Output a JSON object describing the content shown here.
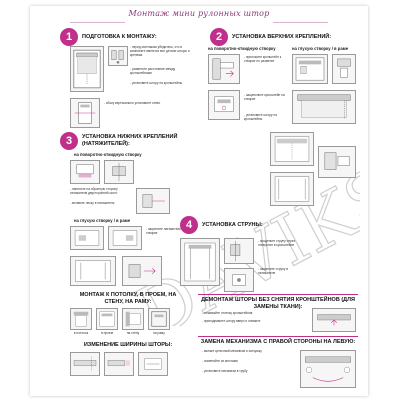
{
  "title": "Монтаж мини рулонных штор",
  "watermark": "DAVIKS",
  "step1": {
    "number": "1",
    "title": "ПОДГОТОВКА К МОНТАЖУ:",
    "notes": [
      "- перед монтажом убедитесь, что в комплекте имеются все детали шторы и крепежа",
      "- разметьте расстояние между кронштейнами",
      "- установите штору на кронштейны",
      "- сбоку вертикально установите отвес"
    ]
  },
  "step2": {
    "number": "2",
    "title": "УСТАНОВКА ВЕРХНИХ КРЕПЛЕНИЙ:",
    "sub_left": "на поворотно-откидную створку",
    "sub_right": "на глухую створку / в раме",
    "notes": [
      "- приложите кронштейн к створке по разметке",
      "- защелкните кронштейн на створке",
      "- установите штору на кронштейны"
    ]
  },
  "step3": {
    "number": "3",
    "title": "УСТАНОВКА НИЖНИХ КРЕПЛЕНИЙ (НАТЯЖИТЕЛЕЙ):",
    "sub_left": "на поворотно-откидную створку",
    "sub_right": "на глухую створку / в раме",
    "notes": [
      "- нанесите на обратную сторону натяжителя двусторонний скотч",
      "- вставьте леску в натяжитель",
      "- закрепите натяжитель на створке"
    ]
  },
  "step4": {
    "number": "4",
    "title": "УСТАНОВКА СТРУНЫ:",
    "notes": [
      "- проденьте струну через отверстие в кронштейне",
      "- закрепите струну в натяжителе"
    ]
  },
  "mount_title": "МОНТАЖ К ПОТОЛКУ, В ПРОЕМ, НА СТЕНУ, НА РАМУ:",
  "mount_captions": [
    "в потолок",
    "в проем",
    "на стену",
    "на раму"
  ],
  "width_title": "ИЗМЕНЕНИЕ ШИРИНЫ ШТОРЫ:",
  "dismount_title": "ДЕМОНТАЖ ШТОРЫ БЕЗ СНЯТИЯ КРОНШТЕЙНОВ (ДЛЯ ЗАМЕНЫ ТКАНИ):",
  "dismount_notes": [
    "- отжимайте отсечку кронштейнов",
    "- приподнимите штору вверх и снимите"
  ],
  "swap_title": "ЗАМЕНА МЕХАНИЗМА С ПРАВОЙ СТОРОНЫ НА ЛЕВУЮ:",
  "swap_notes": [
    "- выньте цепочный механизм и заглушку",
    "- поменяйте их местами",
    "- установите механизм в трубу"
  ],
  "colors": {
    "accent": "#c0308a",
    "title": "#8a3a78",
    "watermark": "#d6d6d6"
  }
}
